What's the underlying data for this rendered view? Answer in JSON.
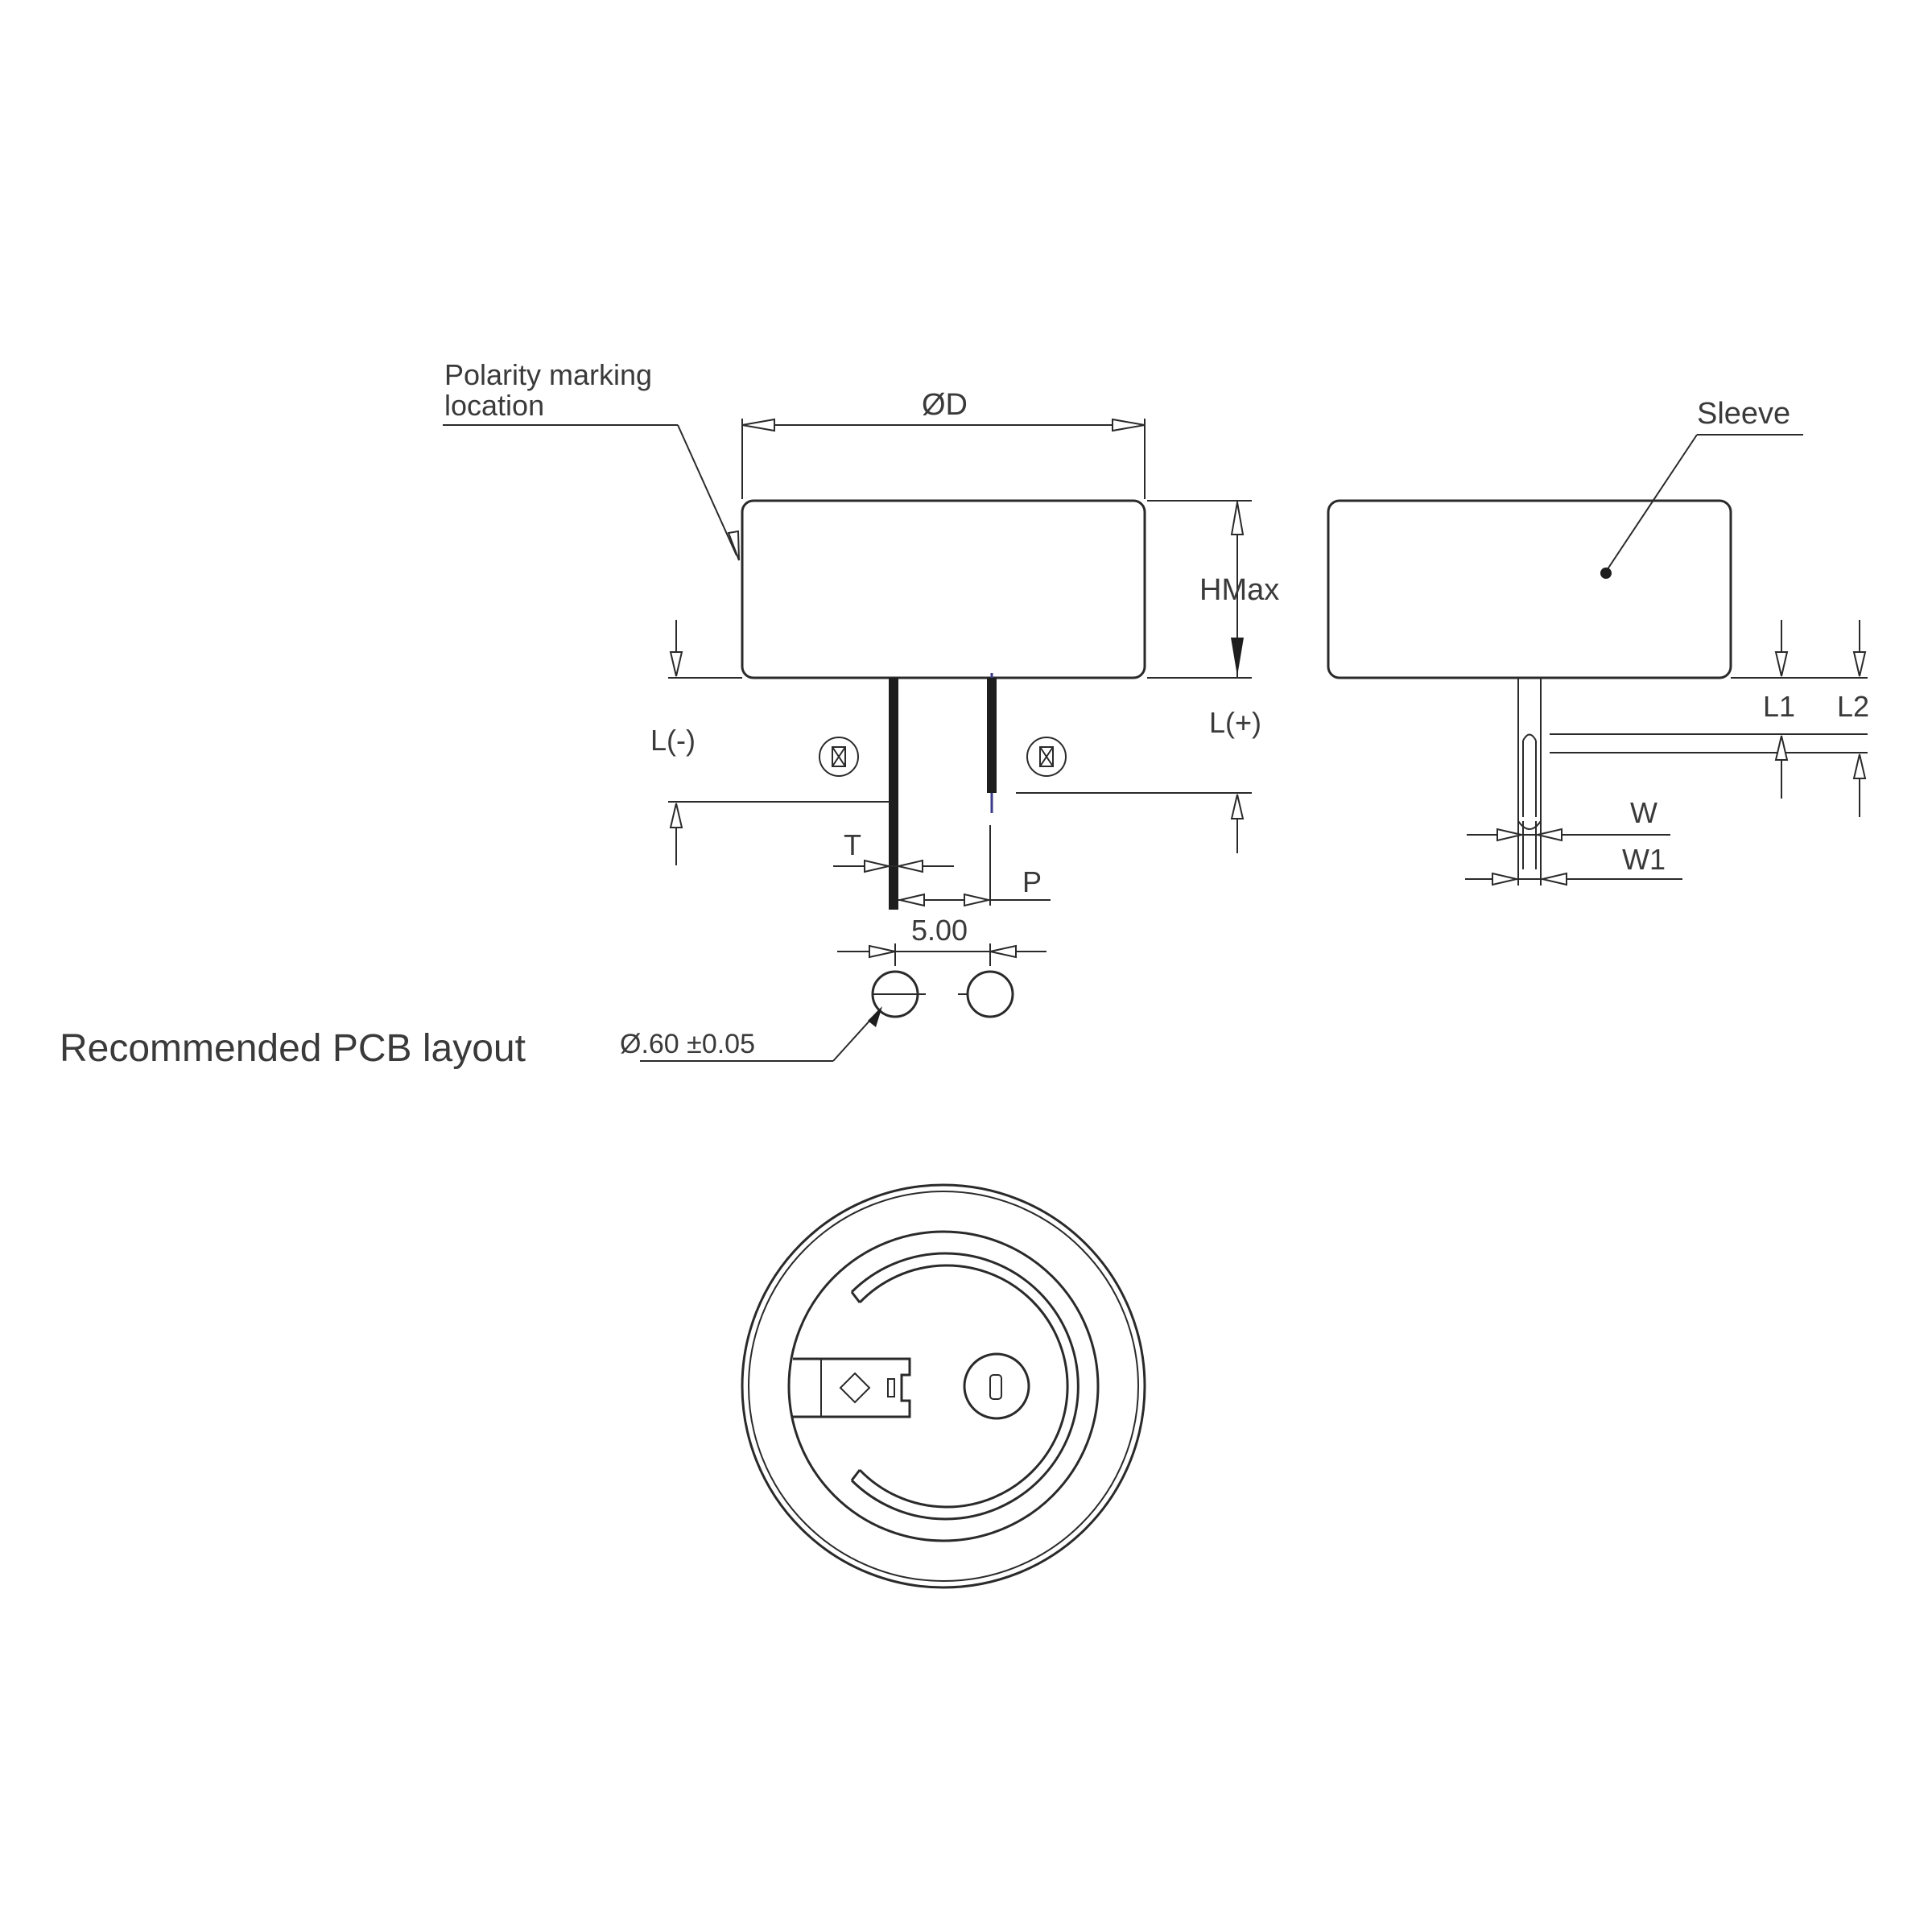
{
  "labels": {
    "polarity_line1": "Polarity marking",
    "polarity_line2": "location",
    "diameter": "ØD",
    "hmax": "HMax",
    "l_minus": "L(-)",
    "l_plus": "L(+)",
    "t": "T",
    "p": "P",
    "pitch": "5.00",
    "hole_dia": "Ø.60 ±0.05",
    "pcb_layout": "Recommended PCB layout",
    "sleeve": "Sleeve",
    "l1": "L1",
    "l2": "L2",
    "w": "W",
    "w1": "W1"
  },
  "colors": {
    "line": "#2a2a2a",
    "text": "#3a3a3a",
    "lead_accent": "#3b3b8a"
  }
}
